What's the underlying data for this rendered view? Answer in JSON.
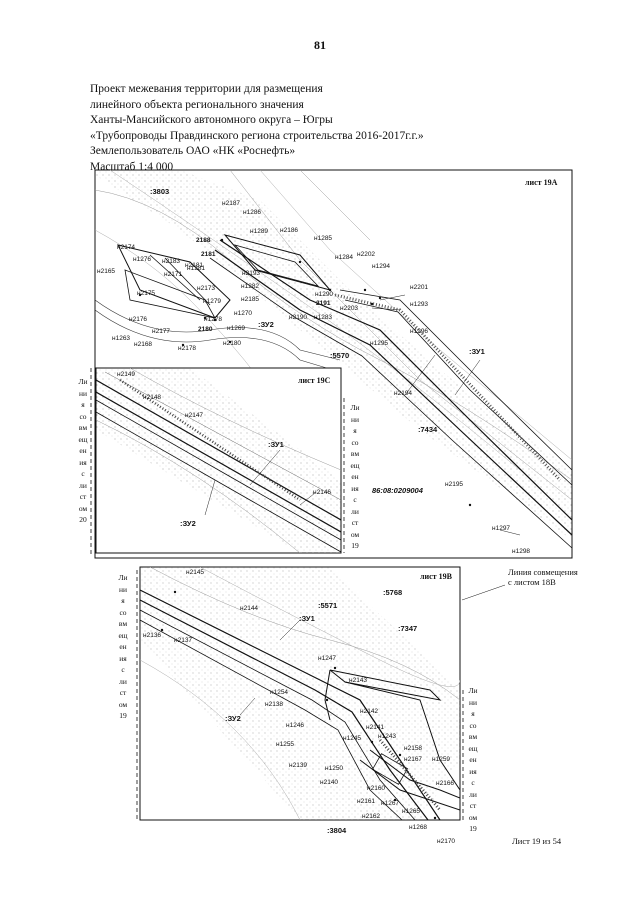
{
  "page_number": "81",
  "header": {
    "lines": [
      "Проект межевания территории для размещения",
      "линейного объекта регионального значения",
      "Ханты-Мансийского автономного округа – Югры",
      "«Трубопроводы Правдинского региона строительства 2016-2017г.г.»",
      "Землепользователь ОАО «НК «Роснефть»",
      "Масштаб 1:4 000"
    ]
  },
  "sheet_a": {
    "title": "лист 19А",
    "cadastral": [
      ":3803",
      ":5570",
      ":7434",
      ":ЗУ1",
      ":ЗУ2"
    ],
    "quarter": "86:08:0209004",
    "points": [
      "н2187",
      "н1286",
      "2188",
      "н1289",
      "н2186",
      "н1285",
      "н2174",
      "н1276",
      "н2183",
      "н2181",
      "н1281",
      "н2171",
      "н2165",
      "н2193",
      "н1282",
      "н2202",
      "н1284",
      "н1294",
      "2181",
      "н2185",
      "н2173",
      "н2175",
      "н1279",
      "н1270",
      "н1290",
      "2191",
      "н2203",
      "н2201",
      "н1293",
      "н2176",
      "н1278",
      "н1269",
      "н2190",
      "н1283",
      "н2177",
      "н2180",
      "н1263",
      "н2168",
      "н2178",
      "н1296",
      "н1295",
      "н2194",
      "н2195",
      "н1297",
      "н1298",
      "2180"
    ]
  },
  "sheet_c": {
    "title": "лист 19С",
    "points": [
      "н2149",
      "н2148",
      "н2147",
      "н2146"
    ],
    "labels": [
      ":ЗУ1",
      ":ЗУ2"
    ]
  },
  "sheet_b": {
    "title": "лист 19В",
    "cadastral": [
      ":5571",
      ":5768",
      ":7347",
      ":3804",
      ":ЗУ1",
      ":ЗУ2"
    ],
    "points": [
      "н2145",
      "н2144",
      "н2136",
      "н2137",
      "н1247",
      "н2143",
      "н1254",
      "н2138",
      "н2142",
      "н1246",
      "н2141",
      "н1245",
      "н1243",
      "н1255",
      "н2158",
      "н2167",
      "н1259",
      "н2139",
      "н1250",
      "н2140",
      "н2160",
      "н2166",
      "н2161",
      "н1267",
      "н1265",
      "н2162",
      "н1268",
      "н2170"
    ]
  },
  "match_lines": {
    "left_a": [
      "Ли",
      "ни",
      "я",
      "со",
      "вм",
      "ещ",
      "ен",
      "ия",
      "с",
      "ли",
      "ст",
      "ом",
      "20"
    ],
    "right_c": [
      "Ли",
      "ни",
      "я",
      "со",
      "вм",
      "ещ",
      "ен",
      "ия",
      "с",
      "ли",
      "ст",
      "ом",
      "19"
    ],
    "left_b": [
      "Ли",
      "ни",
      "я",
      "со",
      "вм",
      "ещ",
      "ен",
      "ия",
      "с",
      "ли",
      "ст",
      "ом",
      "19"
    ],
    "right_b": [
      "Ли",
      "ни",
      "я",
      "со",
      "вм",
      "ещ",
      "ен",
      "ия",
      "с",
      "ли",
      "ст",
      "ом",
      "19"
    ],
    "note_line1": "Линия совмещения",
    "note_line2": "с листом 18В"
  },
  "footer": "Лист 19 из 54"
}
